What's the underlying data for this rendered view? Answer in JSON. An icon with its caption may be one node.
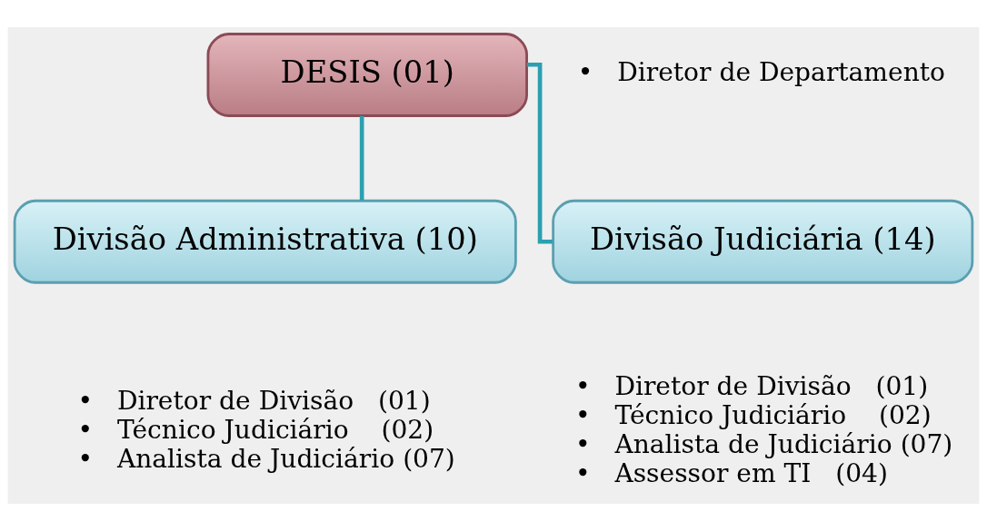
{
  "diagram": {
    "nodes": [
      {
        "text": [
          "DESIS (01)"
        ],
        "beside": [
          "•   Diretor de Departamento"
        ]
      },
      {
        "text": [
          "Divisão Administrativa (10)"
        ],
        "beside": [
          "•   Diretor de Divisão   (01)",
          "•   Técnico Judiciário    (02)",
          "•   Analista de Judiciário (07)"
        ]
      },
      {
        "text": [
          "Divisão Judiciária (14)"
        ],
        "beside": [
          "•   Diretor de Divisão   (01)",
          "•   Técnico Judiciário    (02)",
          "•   Analista de Judiciário (07)",
          "•   Assessor em TI   (04)"
        ]
      }
    ],
    "edges": [
      {
        "from": 0,
        "to": 1,
        "arrow": "none"
      },
      {
        "from": 0,
        "to": 2,
        "arrow": "none"
      }
    ]
  }
}
